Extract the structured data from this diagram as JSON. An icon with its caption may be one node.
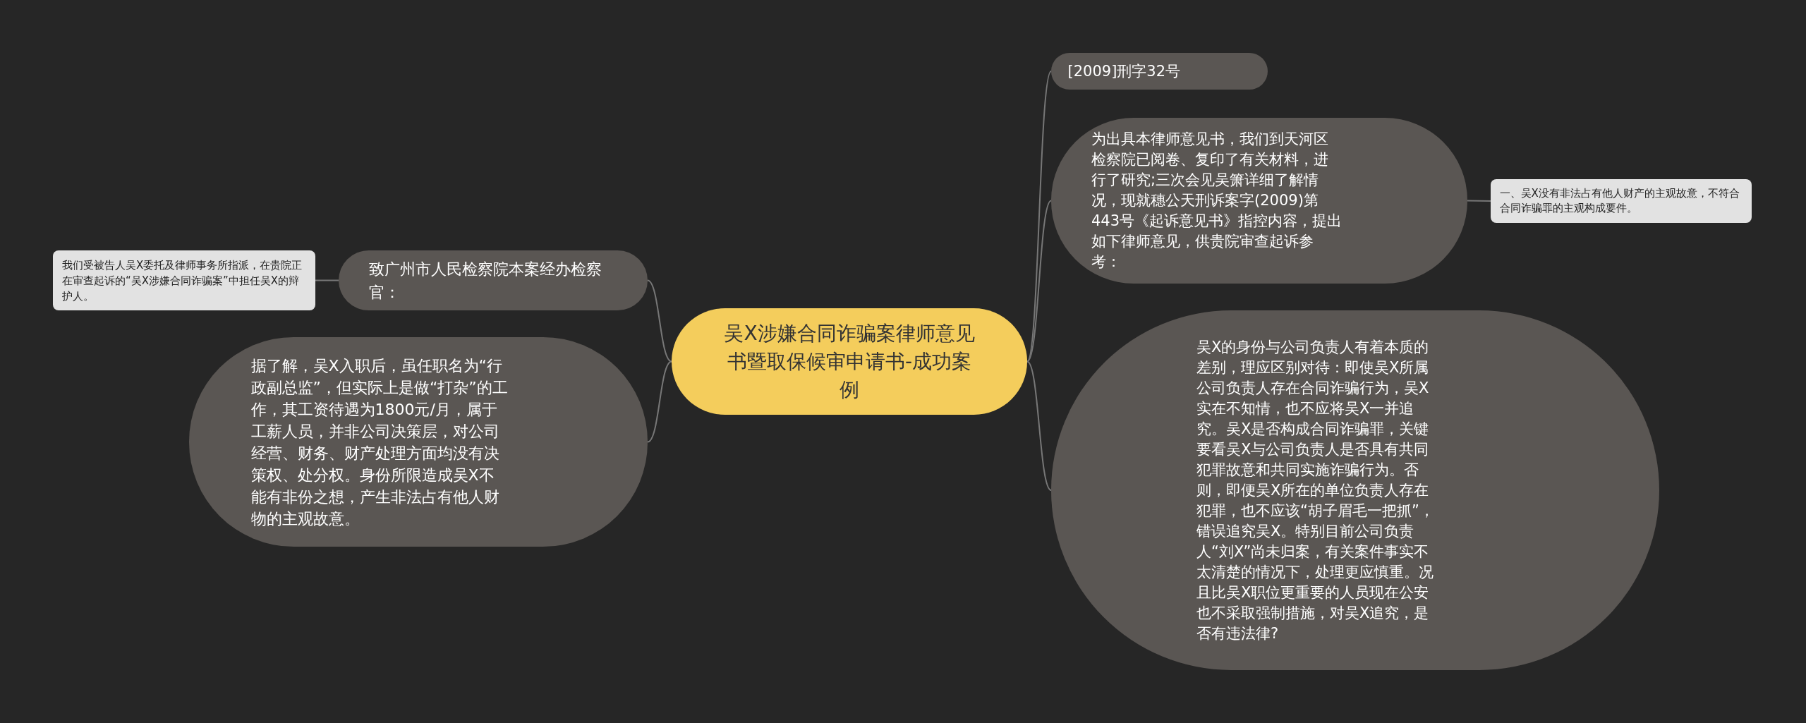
{
  "diagram": {
    "nodes": [
      {
        "text": [
          "吴X涉嫌合同诈骗案律师意见书暨取保候审申请书-成功案例"
        ]
      },
      {
        "text": [
          "致广州市人民检察院本案经办检察官："
        ]
      },
      {
        "text": [
          "我们受被告人吴X委托及律师事务所指派，在贵院正在审查起诉的“吴X涉嫌合同诈骗案”中担任吴X的辩护人。"
        ]
      },
      {
        "text": [
          "据了解，吴X入职后，虽任职名为“行政副总监”，但实际上是做“打杂”的工作，其工资待遇为1800元/月，属于工薪人员，并非公司决策层，对公司经营、财务、财产处理方面均没有决策权、处分权。身份所限造成吴X不能有非份之想，产生非法占有他人财物的主观故意。"
        ]
      },
      {
        "text": [
          "[2009]刑字32号"
        ]
      },
      {
        "text": [
          "为出具本律师意见书，我们到天河区检察院已阅卷、复印了有关材料，进行了研究;三次会见吴箫详细了解情况，现就穗公天刑诉案字(2009)第443号《起诉意见书》指控内容，提出如下律师意见，供贵院审查起诉参考："
        ]
      },
      {
        "text": [
          "一、吴X没有非法占有他人财产的主观故意，不符合合同诈骗罪的主观构成要件。"
        ]
      },
      {
        "text": [
          "吴X的身份与公司负责人有着本质的差别，理应区别对待：即使吴X所属公司负责人存在合同诈骗行为，吴X实在不知情，也不应将吴X一并追究。吴X是否构成合同诈骗罪，关键要看吴X与公司负责人是否具有共同犯罪故意和共同实施诈骗行为。否则，即便吴X所在的单位负责人存在犯罪，也不应该“胡子眉毛一把抓”，错误追究吴X。特别目前公司负责人“刘X”尚未归案，有关案件事实不太清楚的情况下，处理更应慎重。况且比吴X职位更重要的人员现在公安也不采取强制措施，对吴X追究，是否有违法律?"
        ]
      }
    ],
    "edges": [
      {
        "from": 0,
        "to": 1,
        "arrow": "none"
      },
      {
        "from": 1,
        "to": 2,
        "arrow": "none"
      },
      {
        "from": 0,
        "to": 3,
        "arrow": "none"
      },
      {
        "from": 0,
        "to": 4,
        "arrow": "none"
      },
      {
        "from": 0,
        "to": 5,
        "arrow": "none"
      },
      {
        "from": 5,
        "to": 6,
        "arrow": "none"
      },
      {
        "from": 0,
        "to": 7,
        "arrow": "none"
      }
    ]
  }
}
